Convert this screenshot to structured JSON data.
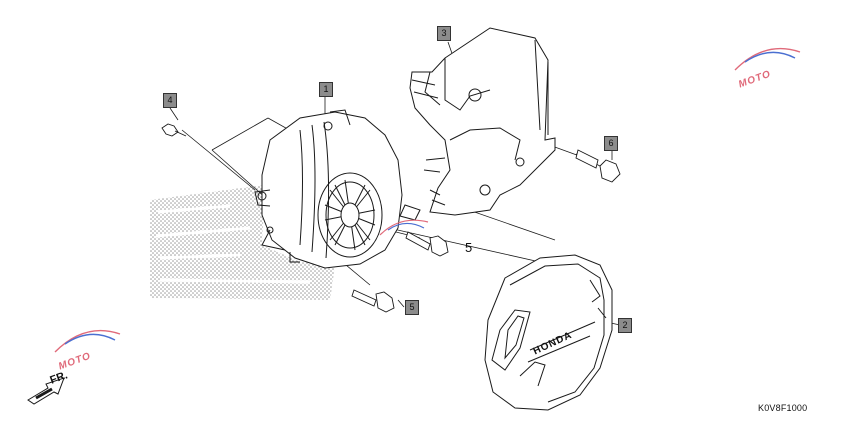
{
  "callouts": {
    "c1": "1",
    "c2": "2",
    "c3": "3",
    "c4": "4",
    "c5": "5",
    "c6": "6"
  },
  "plain_ref": "5",
  "diagram_code": "K0V8F1000",
  "front_marker": "FR.",
  "cover_emblem": "HONDA",
  "watermark_text": "MOTO",
  "colors": {
    "line": "#1a1a1a",
    "callout_fill": "#8c8c8c",
    "watermark_red": "#e06a7a",
    "watermark_blue": "#4a6fd1"
  }
}
